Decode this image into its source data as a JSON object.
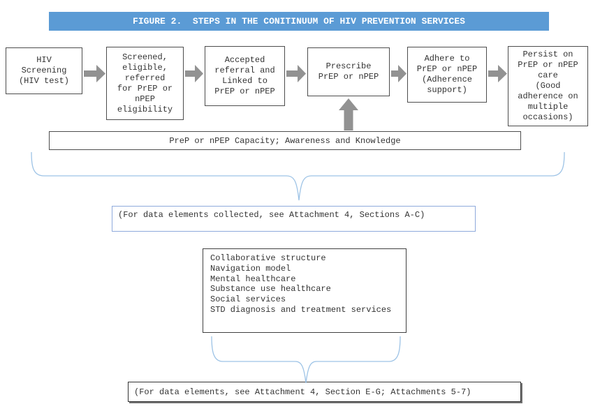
{
  "figure": {
    "title": "FIGURE 2.  STEPS IN THE CONITINUUM OF HIV PREVENTION SERVICES"
  },
  "flow_steps": [
    {
      "label": "HIV\nScreening\n(HIV test)"
    },
    {
      "label": "Screened,\neligible,\nreferred\nfor PrEP or\nnPEP\neligibility"
    },
    {
      "label": "Accepted\nreferral and\nLinked to\nPrEP or nPEP"
    },
    {
      "label": "Prescribe\nPrEP or nPEP"
    },
    {
      "label": "Adhere to\nPrEP or nPEP\n(Adherence\nsupport)"
    },
    {
      "label": "Persist on\nPrEP or nPEP\ncare\n(Good\nadherence on\nmultiple\noccasions)"
    }
  ],
  "capacity_bar": {
    "label": "PreP or nPEP Capacity; Awareness and Knowledge"
  },
  "notes": {
    "note_a": "(For data elements collected, see Attachment 4, Sections A-C)",
    "note_b": "(For data elements, see Attachment 4, Section E-G; Attachments 5-7)"
  },
  "support_services": {
    "items": [
      "Collaborative structure",
      "Navigation model",
      "Mental healthcare",
      "Substance use healthcare",
      "Social services",
      "STD diagnosis and treatment services"
    ]
  },
  "colors": {
    "title_bg": "#5b9bd5",
    "title_fg": "#ffffff",
    "arrow_gray": "#929292",
    "box_border_dark": "#4d4d4d",
    "note_border_blue": "#8faadc",
    "brace_blue": "#9dc3e6",
    "text": "#333333"
  }
}
